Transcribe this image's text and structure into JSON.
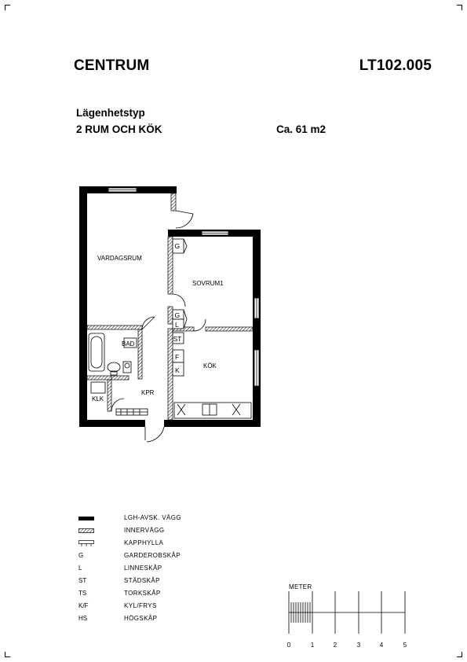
{
  "header": {
    "area_name": "CENTRUM",
    "plan_code": "LT102.005"
  },
  "apartment": {
    "type_label": "Lägenhetstyp",
    "type_value": "2 RUM OCH KÖK",
    "size": "Ca. 61 m2"
  },
  "rooms": {
    "living": "VARDAGSRUM",
    "bedroom": "SOVRUM1",
    "kitchen": "KÖK",
    "bath": "BAD",
    "hall": "KPR",
    "closet": "KLK"
  },
  "cabinets": {
    "g_bedroom": "G",
    "g_hall": "G",
    "l_hall": "L",
    "st_hall": "ST",
    "f_kitchen": "F",
    "k_kitchen": "K"
  },
  "legend": [
    {
      "symbol": "",
      "symbol_icon": "solid-wall-icon",
      "label": "LGH-AVSK. VÄGG"
    },
    {
      "symbol": "",
      "symbol_icon": "hatched-wall-icon",
      "label": "INNERVÄGG"
    },
    {
      "symbol": "",
      "symbol_icon": "coat-shelf-icon",
      "label": "KAPPHYLLA"
    },
    {
      "symbol": "G",
      "label": "GARDEROBSKÅP"
    },
    {
      "symbol": "L",
      "label": "LINNESKÅP"
    },
    {
      "symbol": "ST",
      "label": "STÄDSKÅP"
    },
    {
      "symbol": "TS",
      "label": "TORKSKÅP"
    },
    {
      "symbol": "K/F",
      "label": "KYL/FRYS"
    },
    {
      "symbol": "HS",
      "label": "HÖGSKÅP"
    }
  ],
  "scale": {
    "title": "METER",
    "ticks": [
      "0",
      "1",
      "2",
      "3",
      "4",
      "5"
    ]
  }
}
